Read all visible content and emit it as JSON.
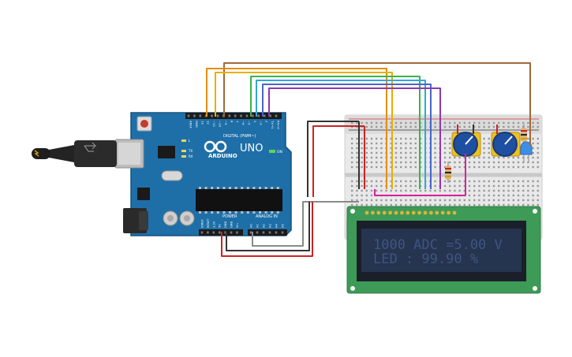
{
  "arduino": {
    "brand": "ARDUINO",
    "model": "UNO",
    "on_label": "ON",
    "digital_header": "DIGITAL (PWM~)",
    "power_header": "POWER",
    "analog_header": "ANALOG IN",
    "tx_label": "TX",
    "rx_label": "RX",
    "l_label": "L",
    "top_pins": [
      "AREF",
      "GND",
      "13",
      "12",
      "~11",
      "~10",
      "~9",
      "8",
      "7",
      "~6",
      "~5",
      "4",
      "~3",
      "2",
      "TX→1",
      "RX←0"
    ],
    "power_pins": [
      "IOREF",
      "RESET",
      "3.3V",
      "5V",
      "GND",
      "GND",
      "Vin"
    ],
    "analog_pins": [
      "A0",
      "A1",
      "A2",
      "A3",
      "A4",
      "A5"
    ]
  },
  "lcd": {
    "line1": "1000 ADC =5.00 V",
    "line2": "LED : 99.90 %"
  },
  "colors": {
    "board": "#1e6fa8",
    "board_dark": "#15527f",
    "breadboard": "#e9e9e9",
    "lcd_pcb": "#3d9a57",
    "lcd_screen": "#25344f",
    "lcd_text": "#3f5582",
    "wire_brown": "#a0693a",
    "wire_orange": "#e38e12",
    "wire_yellow": "#e6b000",
    "wire_green": "#3bb34a",
    "wire_cyan": "#30a8d8",
    "wire_blue": "#4766cc",
    "wire_purple": "#8d38b3",
    "wire_magenta": "#d6239d",
    "wire_red": "#cc2222",
    "wire_black": "#333333",
    "wire_gray": "#8a8a8a",
    "led": "#3d8fe6",
    "pot_knob": "#1f4fa0",
    "pot_body": "#f0c020"
  },
  "icons": [
    "usb-cable-icon",
    "power-jack-icon",
    "reset-button-icon",
    "potentiometer-icon",
    "led-icon",
    "resistor-icon"
  ]
}
